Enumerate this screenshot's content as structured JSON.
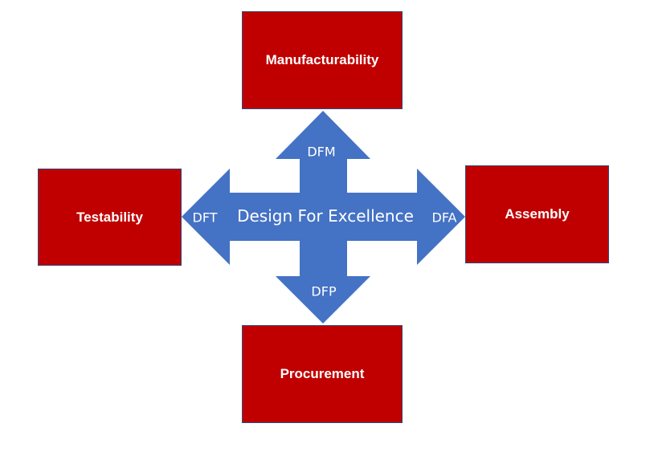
{
  "diagram": {
    "center_label": "Design For Excellence",
    "arrow_color": "#4472c4",
    "box_color": "#c00000",
    "boxes": {
      "top": "Manufacturability",
      "left": "Testability",
      "right": "Assembly",
      "bottom": "Procurement"
    },
    "arrow_labels": {
      "up": "DFM",
      "left": "DFT",
      "right": "DFA",
      "down": "DFP"
    }
  }
}
